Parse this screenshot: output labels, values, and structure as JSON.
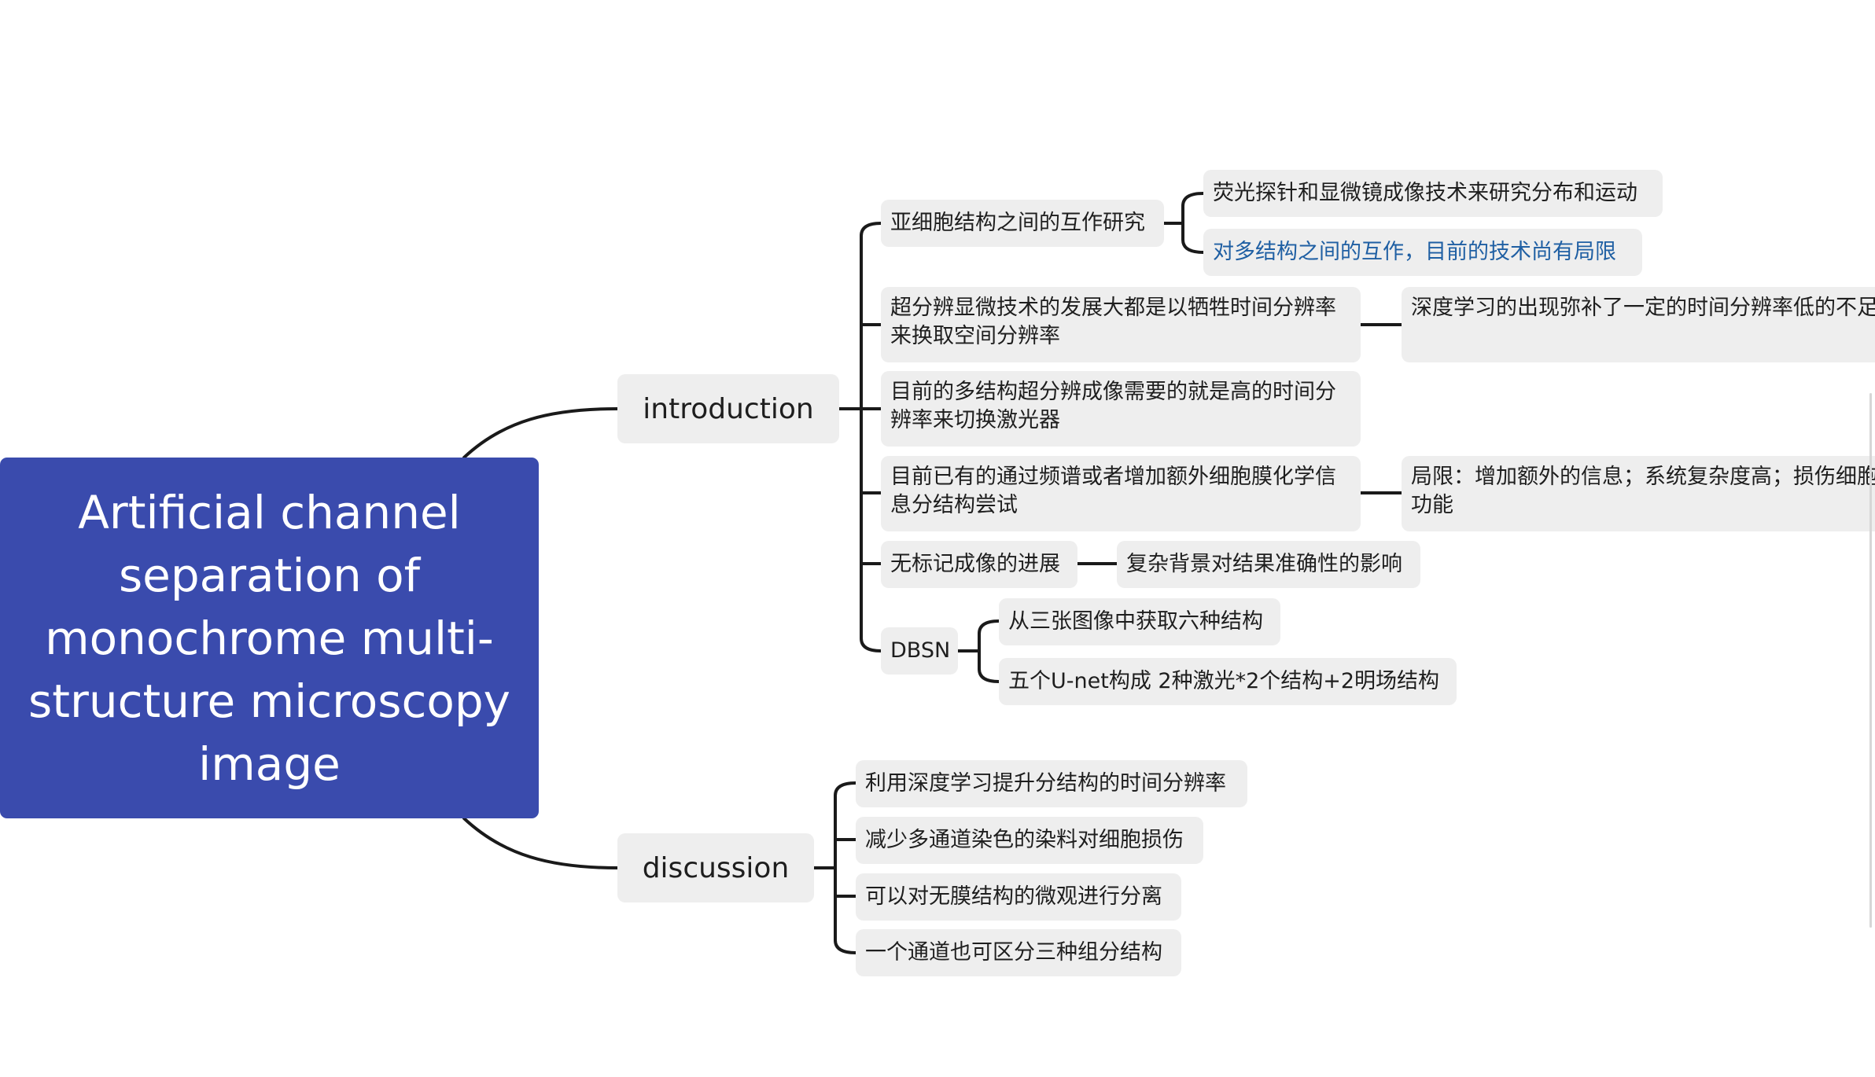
{
  "mindmap": {
    "root": {
      "title": "Artificial channel separation of monochrome multi-structure microscopy image"
    },
    "branches": [
      {
        "label": "introduction",
        "children": [
          {
            "label": "亚细胞结构之间的互作研究",
            "children": [
              {
                "label": "荧光探针和显微镜成像技术来研究分布和运动"
              },
              {
                "label": "对多结构之间的互作，目前的技术尚有局限",
                "color": "#1f5fa3"
              }
            ]
          },
          {
            "label": "超分辨显微技术的发展大都是以牺牲时间分辨率来换取空间分辨率",
            "children": [
              {
                "label": "深度学习的出现弥补了一定的时间分辨率低的不足"
              }
            ]
          },
          {
            "label": "目前的多结构超分辨成像需要的就是高的时间分辨率来切换激光器"
          },
          {
            "label": "目前已有的通过频谱或者增加额外细胞膜化学信息分结构尝试",
            "children": [
              {
                "label": "局限：增加额外的信息；系统复杂度高；损伤细胞功能"
              }
            ]
          },
          {
            "label": "无标记成像的进展",
            "children": [
              {
                "label": "复杂背景对结果准确性的影响"
              }
            ]
          },
          {
            "label": "DBSN",
            "children": [
              {
                "label": "从三张图像中获取六种结构"
              },
              {
                "label": "五个U-net构成 2种激光*2个结构+2明场结构"
              }
            ]
          }
        ]
      },
      {
        "label": "discussion",
        "children": [
          {
            "label": "利用深度学习提升分结构的时间分辨率"
          },
          {
            "label": "减少多通道染色的染料对细胞损伤"
          },
          {
            "label": "可以对无膜结构的微观进行分离"
          },
          {
            "label": "一个通道也可区分三种组分结构"
          }
        ]
      }
    ]
  }
}
